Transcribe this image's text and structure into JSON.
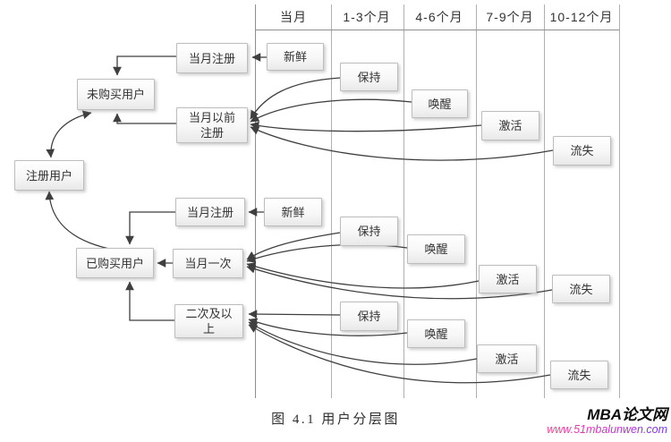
{
  "columns": [
    "当月",
    "1-3个月",
    "4-6个月",
    "7-9个月",
    "10-12个月"
  ],
  "left": {
    "registered": "注册用户",
    "not_purchased": "未购买用户",
    "purchased": "已购买用户"
  },
  "segments": {
    "np_month": "当月注册",
    "np_before": "当月以前注册",
    "p_month": "当月注册",
    "p_once": "当月一次",
    "p_repeat": "二次及以上"
  },
  "statuses": {
    "fresh1": "新鲜",
    "keep1": "保持",
    "wake1": "唤醒",
    "act1": "激活",
    "churn1": "流失",
    "fresh2": "新鲜",
    "keep2": "保持",
    "wake2": "唤醒",
    "act2": "激活",
    "churn2": "流失",
    "keep3": "保持",
    "wake3": "唤醒",
    "act3": "激活",
    "churn3": "流失"
  },
  "caption": "图 4.1 用户分层图",
  "watermark": {
    "name": "MBA论文网",
    "url": "www.51mbalunwen.com"
  },
  "colors": {
    "connector": "#3f3f3f",
    "grid": "#b0b0b0",
    "box_border": "#bdbdbd",
    "watermark_name": "#0d0d0d",
    "watermark_url_start": "#f4478a",
    "watermark_url_end": "#6a35f2"
  }
}
